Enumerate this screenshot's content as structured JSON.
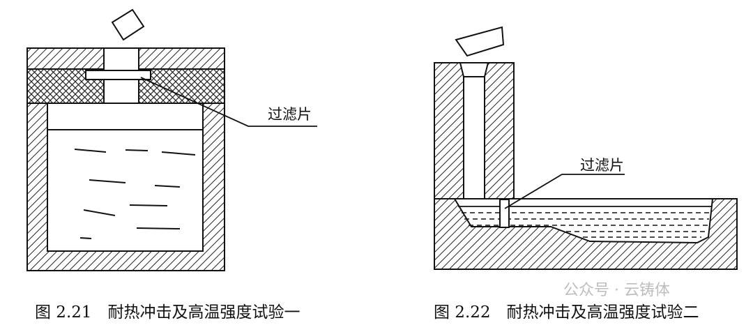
{
  "figures": [
    {
      "filter_label": "过滤片",
      "caption": "图 2.21　耐热冲击及高温强度试验一"
    },
    {
      "filter_label": "过滤片",
      "caption": "图 2.22　耐热冲击及高温强度试验二"
    }
  ],
  "watermark": "公众号 · 云铸体"
}
